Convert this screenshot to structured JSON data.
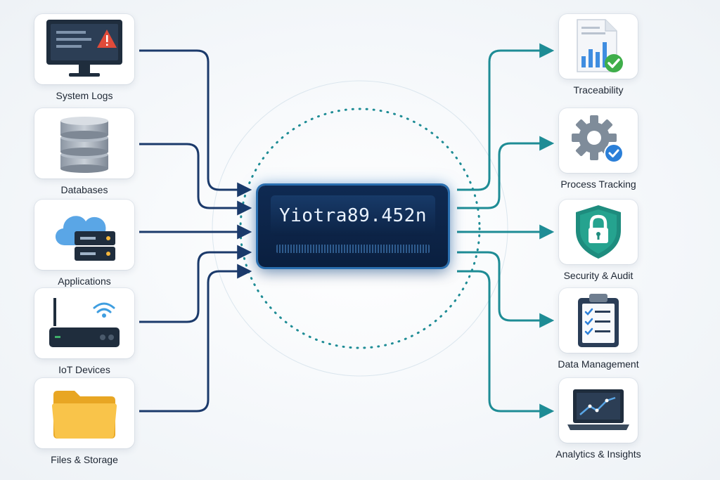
{
  "hub": {
    "code": "Yiotra89.452n"
  },
  "sources": [
    {
      "label": "System Logs",
      "icon": "monitor-warning-icon"
    },
    {
      "label": "Databases",
      "icon": "database-icon"
    },
    {
      "label": "Applications",
      "icon": "cloud-server-icon"
    },
    {
      "label": "IoT Devices",
      "icon": "router-wifi-icon"
    },
    {
      "label": "Files & Storage",
      "icon": "folder-icon"
    }
  ],
  "outputs": [
    {
      "label": "Traceability",
      "icon": "report-check-icon"
    },
    {
      "label": "Process Tracking",
      "icon": "gear-check-icon"
    },
    {
      "label": "Security & Audit",
      "icon": "shield-lock-icon"
    },
    {
      "label": "Data Management",
      "icon": "clipboard-checklist-icon"
    },
    {
      "label": "Analytics & Insights",
      "icon": "laptop-chart-icon"
    }
  ],
  "colors": {
    "input_line": "#1b3a6b",
    "output_line": "#1e8c95",
    "hub_bg": "#0b2245",
    "hub_glow": "#2a6fb0",
    "dots": "#1e8c95"
  }
}
